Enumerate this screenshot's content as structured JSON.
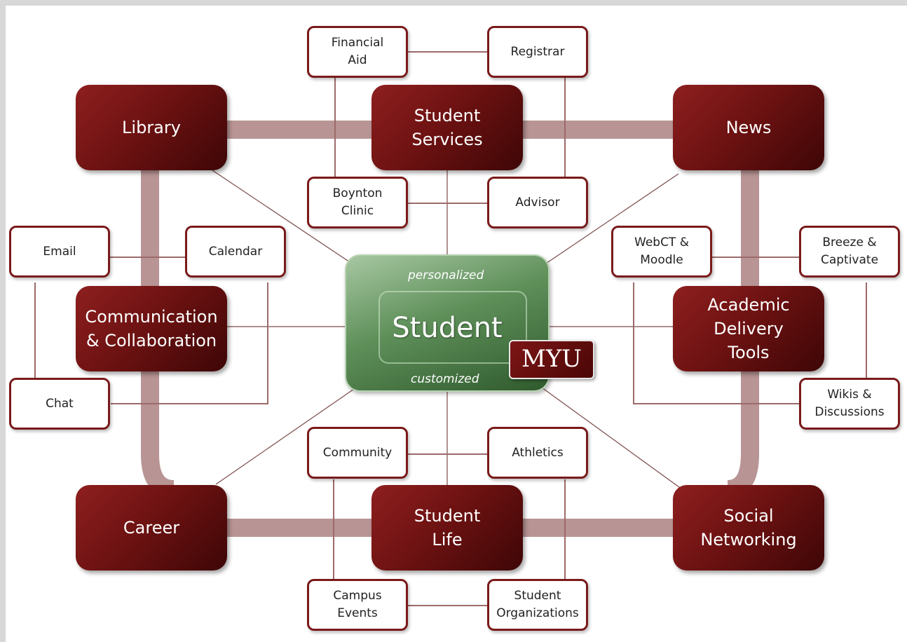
{
  "center": {
    "tagline_top": "personalized",
    "title": "Student",
    "tagline_bottom": "customized",
    "brand": "MYU"
  },
  "hubs": {
    "library": "Library",
    "student_services": "Student\nServices",
    "news": "News",
    "communication": "Communication\n& Collaboration",
    "academic": "Academic\nDelivery\nTools",
    "career": "Career",
    "student_life": "Student\nLife",
    "social": "Social\nNetworking"
  },
  "leaves": {
    "financial_aid": "Financial\nAid",
    "registrar": "Registrar",
    "boynton": "Boynton\nClinic",
    "advisor": "Advisor",
    "email": "Email",
    "calendar": "Calendar",
    "chat": "Chat",
    "webct": "WebCT &\nMoodle",
    "breeze": "Breeze &\nCaptivate",
    "wikis": "Wikis &\nDiscussions",
    "community": "Community",
    "athletics": "Athletics",
    "campus_events": "Campus\nEvents",
    "student_orgs": "Student\nOrganizations"
  },
  "colors": {
    "hub": "#6e1212",
    "leaf_border": "#7a1a1a",
    "band": "#b89494",
    "center": "#5f905a"
  }
}
